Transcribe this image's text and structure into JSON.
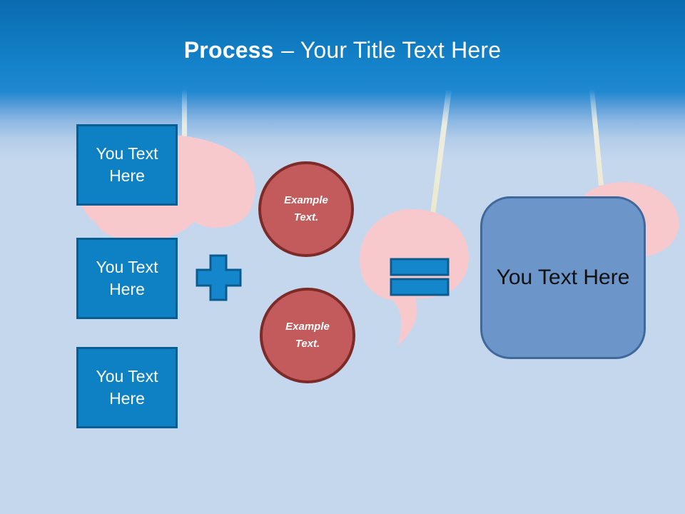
{
  "title": {
    "emphasis": "Process",
    "rest": "– Your Title Text Here"
  },
  "input_boxes": [
    {
      "label": "You Text Here"
    },
    {
      "label": "You Text Here"
    },
    {
      "label": "You Text Here"
    }
  ],
  "example_circles": [
    {
      "label": "Example Text."
    },
    {
      "label": "Example Text."
    }
  ],
  "result_box": {
    "label": "You Text Here"
  },
  "operators": {
    "plus_icon": "plus-shape",
    "equals_icon": "equals-shape"
  },
  "decorations": {
    "hanging_strings": 3,
    "speech_bubbles": 3
  },
  "colors": {
    "header_blue_top": "#0a6cb1",
    "header_blue": "#1583cb",
    "background_blue": "#c4d7ed",
    "title_white": "#ffffff",
    "shape_blue": "#0e80c4",
    "shape_blue_border": "#085d92",
    "operator_blue": "#1486cb",
    "operator_blue_border": "#0a5c90",
    "circle_red": "#c35b5d",
    "circle_red_border": "#7c2b29",
    "result_blue": "#6c96ca",
    "result_blue_border": "#41689b",
    "bubble_pink": "#f7c9cd",
    "string_cream": "#ece8cc"
  }
}
